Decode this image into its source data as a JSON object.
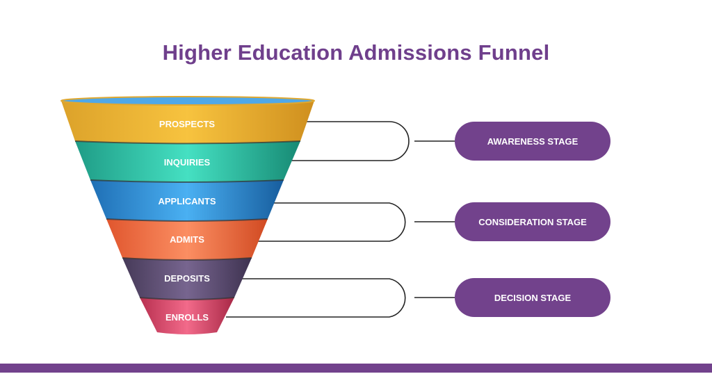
{
  "title": "Higher Education Admissions Funnel",
  "funnel": {
    "segments": [
      {
        "label": "PROSPECTS",
        "color": "#f0b733"
      },
      {
        "label": "INQUIRIES",
        "color": "#2fc4a8"
      },
      {
        "label": "APPLICANTS",
        "color": "#2b8fd6"
      },
      {
        "label": "ADMITS",
        "color": "#f0784c"
      },
      {
        "label": "DEPOSITS",
        "color": "#5e4b74"
      },
      {
        "label": "ENROLLS",
        "color": "#d94a6a"
      }
    ],
    "rim_color": "#4fa8e8"
  },
  "stages": [
    {
      "label": "AWARENESS STAGE",
      "covers": [
        "PROSPECTS",
        "INQUIRIES"
      ]
    },
    {
      "label": "CONSIDERATION STAGE",
      "covers": [
        "APPLICANTS",
        "ADMITS"
      ]
    },
    {
      "label": "DECISION STAGE",
      "covers": [
        "DEPOSITS",
        "ENROLLS"
      ]
    }
  ],
  "accent_color": "#72428c"
}
